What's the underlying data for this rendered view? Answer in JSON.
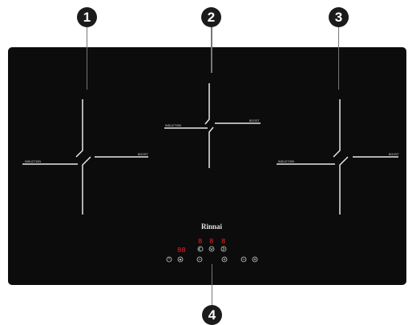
{
  "callouts": [
    "1",
    "2",
    "3",
    "4"
  ],
  "zones": {
    "left": {
      "induction_label": "INDUCTION",
      "boost_label": "BOOST"
    },
    "center": {
      "induction_label": "INDUCTION",
      "boost_label": "BOOST"
    },
    "right": {
      "induction_label": "INDUCTION",
      "boost_label": "BOOST"
    }
  },
  "brand": "Rinnai",
  "display": {
    "timer": "88",
    "zone_digits": [
      "8",
      "8",
      "8"
    ]
  },
  "colors": {
    "cooktop": "#0c0c0c",
    "zone_lines": "#e8e8e8",
    "display_red": "#e8242a"
  },
  "icons": {
    "controls": [
      "power-icon",
      "lock-icon",
      "minus-icon",
      "plus-icon",
      "timer-minus-icon",
      "timer-plus-icon"
    ],
    "zone_selectors": [
      "zone-left-select-icon",
      "zone-center-select-icon",
      "zone-right-select-icon"
    ]
  }
}
